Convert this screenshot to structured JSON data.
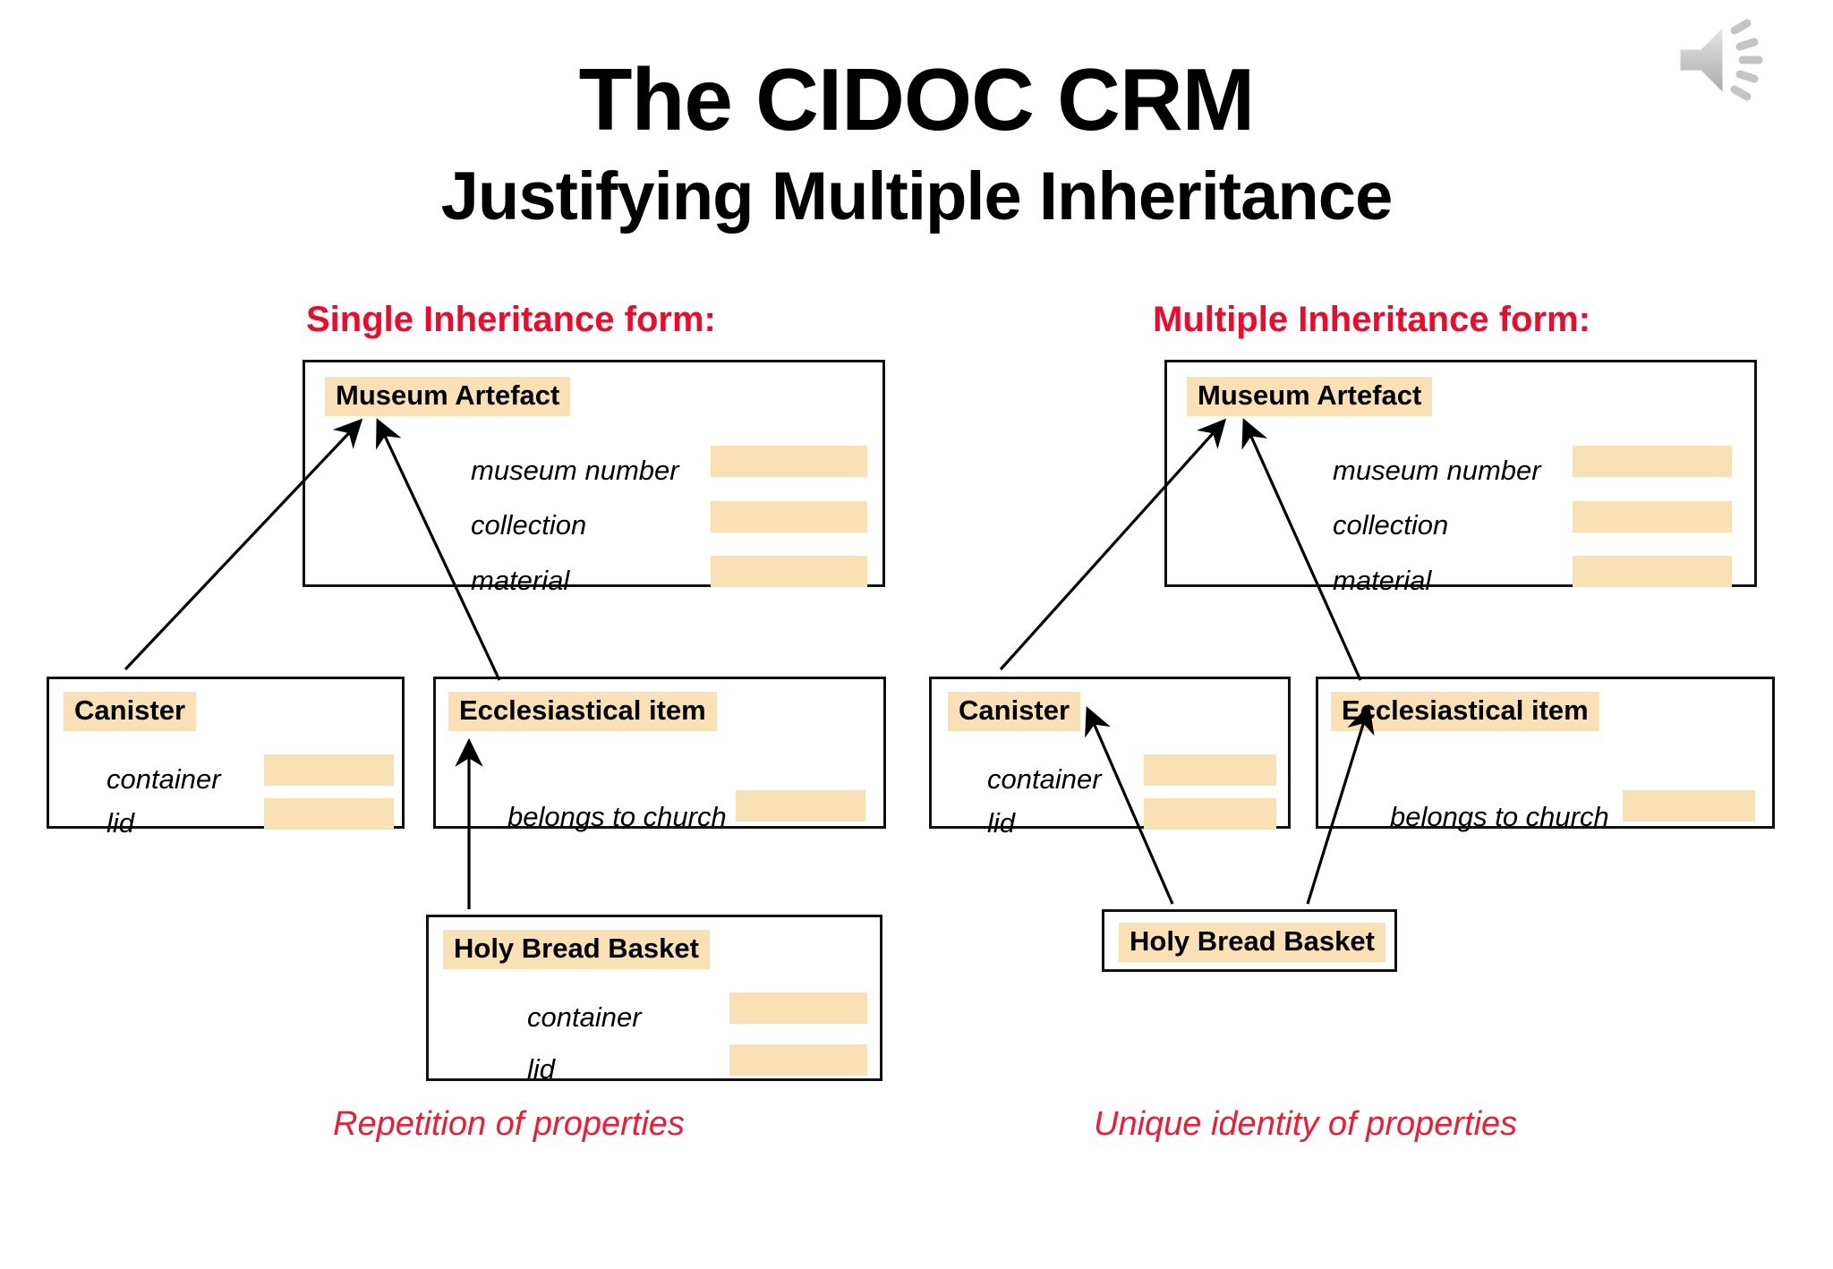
{
  "slide": {
    "title": "The CIDOC CRM",
    "subtitle": "Justifying Multiple Inheritance",
    "audio_icon": "speaker-icon",
    "colors": {
      "highlight": "#FAE0B5",
      "heading_red": "#ED0A2B",
      "caption_red": "#ED1C35",
      "box_border": "#111111",
      "background": "#FFFFFF"
    }
  },
  "left_panel": {
    "heading": "Single Inheritance form:",
    "caption": "Repetition of properties",
    "boxes": {
      "museum_artefact": {
        "title": "Museum Artefact",
        "properties": [
          {
            "label": "museum number"
          },
          {
            "label": "collection"
          },
          {
            "label": "material"
          }
        ]
      },
      "canister": {
        "title": "Canister",
        "properties": [
          {
            "label": "container"
          },
          {
            "label": "lid"
          }
        ]
      },
      "ecclesiastical_item": {
        "title": "Ecclesiastical item",
        "properties": [
          {
            "label": "belongs to church"
          }
        ]
      },
      "holy_bread_basket": {
        "title": "Holy Bread Basket",
        "properties": [
          {
            "label": "container"
          },
          {
            "label": "lid"
          }
        ]
      }
    }
  },
  "right_panel": {
    "heading": "Multiple Inheritance form:",
    "caption": "Unique identity of properties",
    "boxes": {
      "museum_artefact": {
        "title": "Museum Artefact",
        "properties": [
          {
            "label": "museum number"
          },
          {
            "label": "collection"
          },
          {
            "label": "material"
          }
        ]
      },
      "canister": {
        "title": "Canister",
        "properties": [
          {
            "label": "container"
          },
          {
            "label": "lid"
          }
        ]
      },
      "ecclesiastical_item": {
        "title": "Ecclesiastical item",
        "properties": [
          {
            "label": "belongs to church"
          }
        ]
      },
      "holy_bread_basket": {
        "title": "Holy Bread Basket",
        "properties": []
      }
    }
  }
}
